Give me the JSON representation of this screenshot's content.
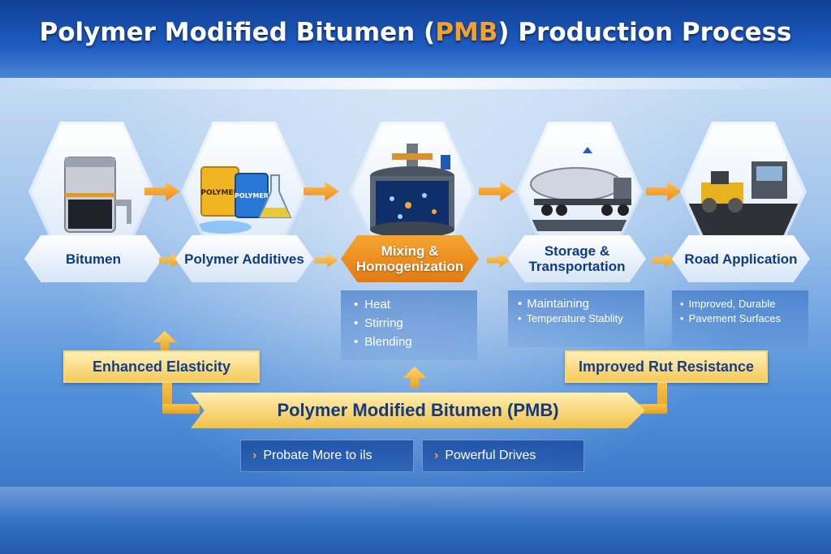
{
  "title": {
    "prefix": "Polymer Modified Bitumen (",
    "highlight": "PMB",
    "suffix": ") Production Process"
  },
  "steps": [
    {
      "label": "Bitumen",
      "icon": "bitumen-tank-icon"
    },
    {
      "label": "Polymer Additives",
      "icon": "polymer-bags-icon",
      "bag_labels": [
        "POLYMER",
        "POLYMER"
      ]
    },
    {
      "label": "Mixing & Homogenization",
      "icon": "mixing-vessel-icon",
      "bullets": [
        "Heat",
        "Stirring",
        "Blending"
      ]
    },
    {
      "label": "Storage & Transportation",
      "icon": "tanker-truck-icon",
      "bullets": [
        "Maintaining",
        "Temperature Stablity"
      ]
    },
    {
      "label": "Road Application",
      "icon": "road-paver-icon",
      "bullets": [
        "Improved, Durable",
        "Pavement Surfaces"
      ]
    }
  ],
  "benefits": {
    "left": "Enhanced Elasticity",
    "right": "Improved Rut Resistance",
    "center": "Polymer Modified Bitumen (PMB)"
  },
  "footer": {
    "item1": "Probate More to ils",
    "item2": "Powerful Drives"
  },
  "colors": {
    "accent": "#f2a22b",
    "primary": "#0e3a86",
    "banner": "#f4c95a"
  }
}
